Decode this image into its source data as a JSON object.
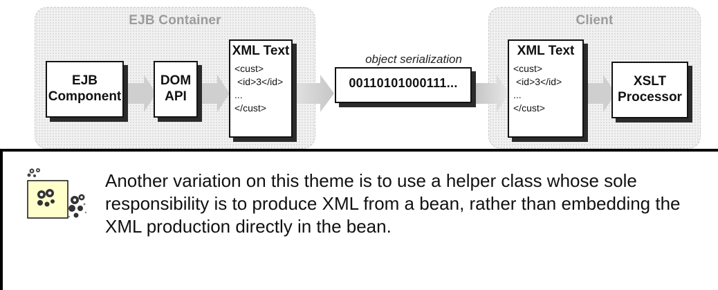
{
  "diagram": {
    "ejb_container_title": "EJB Container",
    "client_title": "Client",
    "ejb_component_label": "EJB\nComponent",
    "dom_api_label": "DOM\nAPI",
    "xml_text_box": {
      "title": "XML Text",
      "lines": [
        "<cust>",
        "<id>3</id>",
        "...",
        "</cust>"
      ]
    },
    "serialization_caption": "object serialization",
    "serialized_value": "00110101000111...",
    "client_xml_text_box": {
      "title": "XML Text",
      "lines": [
        "<cust>",
        "<id>3</id>",
        "...",
        "</cust>"
      ]
    },
    "xslt_processor_label": "XSLT\nProcessor"
  },
  "note": {
    "icon": "owl-tip-icon",
    "text": "Another variation on this theme is to use a helper class whose sole responsibility is to produce XML from a bean, rather than embedding the XML production directly in the bean."
  }
}
